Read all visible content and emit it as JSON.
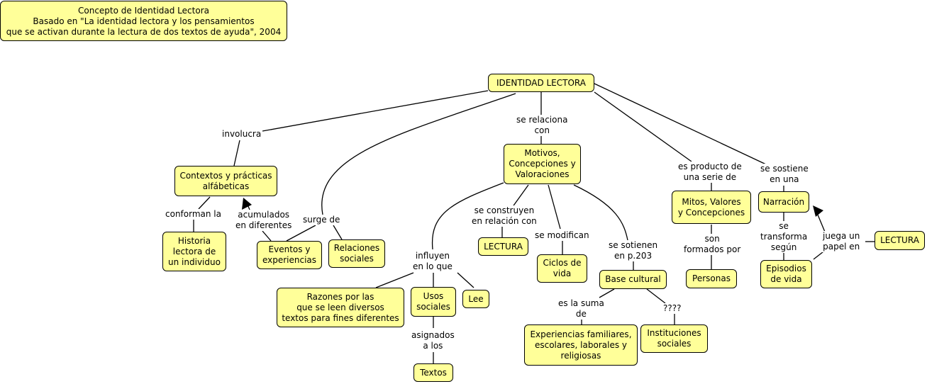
{
  "title_box": {
    "line1": "Concepto de Identidad Lectora",
    "line2": "Basado en \"La identidad lectora y los pensamientos",
    "line3": "que se activan durante la lectura de dos textos de ayuda\", 2004"
  },
  "nodes": {
    "identidad": "IDENTIDAD LECTORA",
    "contextos": "Contextos y prácticas\nalfábeticas",
    "historia": "Historia\nlectora de\nun individuo",
    "eventos": "Eventos y\nexperiencias",
    "relaciones": "Relaciones\nsociales",
    "motivos": "Motivos,\nConcepciones y\nValoraciones",
    "razones": "Razones por las\nque se leen diversos\ntextos para fines diferentes",
    "usos": "Usos\nsociales",
    "lee": "Lee",
    "textos": "Textos",
    "lectura1": "LECTURA",
    "ciclos": "Ciclos de\nvida",
    "base": "Base cultural",
    "experiencias": "Experiencias familiares,\nescolares, laborales y\nreligiosas",
    "instituciones": "Instituciones\nsociales",
    "mitos": "Mitos, Valores\ny Concepciones",
    "personas": "Personas",
    "narracion": "Narración",
    "episodios": "Episodios\nde vida",
    "lectura2": "LECTURA"
  },
  "labels": {
    "involucra": "involucra",
    "conforman": "conforman la",
    "acumulados": "acumulados\nen diferentes",
    "surge": "surge de",
    "relaciona": "se relaciona\ncon",
    "influyen": "influyen\nen lo que",
    "asignados": "asignados\na los",
    "construyen": "se construyen\nen relación con",
    "modifican": "se modifican",
    "sostienen": "se sotienen\nen p.203",
    "suma": "es la suma\nde",
    "qmarks": "????",
    "producto": "es producto de\nuna serie de",
    "formados": "son\nformados por",
    "sostiene": "se sostiene\nen una",
    "transforma": "se\ntransforma\nsegún",
    "juega": "juega un\npapel en"
  }
}
